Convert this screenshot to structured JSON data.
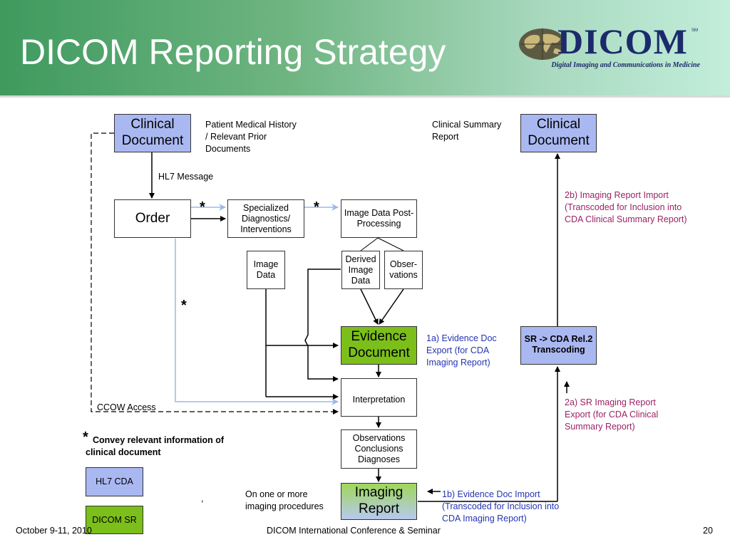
{
  "slide": {
    "title": "DICOM Reporting Strategy",
    "logo_word": "DICOM",
    "logo_sm": "SM",
    "logo_tagline": "Digital Imaging and Communications in Medicine"
  },
  "nodes": {
    "clinical_doc_left": "Clinical Document",
    "clinical_doc_right": "Clinical Document",
    "order": "Order",
    "specialized": "Specialized Diagnostics/ Interventions",
    "post_processing": "Image Data Post-Processing",
    "image_data": "Image Data",
    "derived_image_data": "Derived Image Data",
    "observations": "Obser- vations",
    "evidence_document": "Evidence Document",
    "sr_transcoding": "SR -> CDA Rel.2 Transcoding",
    "interpretation": "Interpretation",
    "obs_conclusions": "Observations Conclusions Diagnoses",
    "imaging_report": "Imaging Report",
    "hl7_cda": "HL7 CDA",
    "dicom_sr": "DICOM SR"
  },
  "labels": {
    "patient_history": "Patient Medical History / Relevant Prior Documents",
    "clinical_summary": "Clinical Summary Report",
    "hl7_message": "HL7 Message",
    "import_2b": "2b) Imaging Report Import (Transcoded for Inclusion into CDA Clinical Summary Report)",
    "export_1a": "1a) Evidence Doc Export (for CDA Imaging Report)",
    "export_2a": "2a) SR Imaging Report Export (for CDA Clinical Summary Report)",
    "ccow": "CCOW Access",
    "convey": "Convey relevant information of clinical document",
    "one_or_more": "On one or more imaging procedures",
    "import_1b": "1b) Evidence Doc Import (Transcoded for Inclusion into CDA Imaging Report)",
    "comma": ",",
    "star": "*"
  },
  "footer": {
    "date": "October 9-11, 2010",
    "conference": "DICOM International Conference & Seminar",
    "page": "20"
  },
  "colors": {
    "clinical_document_fill": "#aab8f2",
    "evidence_fill": "#7cbf1b",
    "label_purple": "#9b2365",
    "label_navy": "#2535b0"
  }
}
